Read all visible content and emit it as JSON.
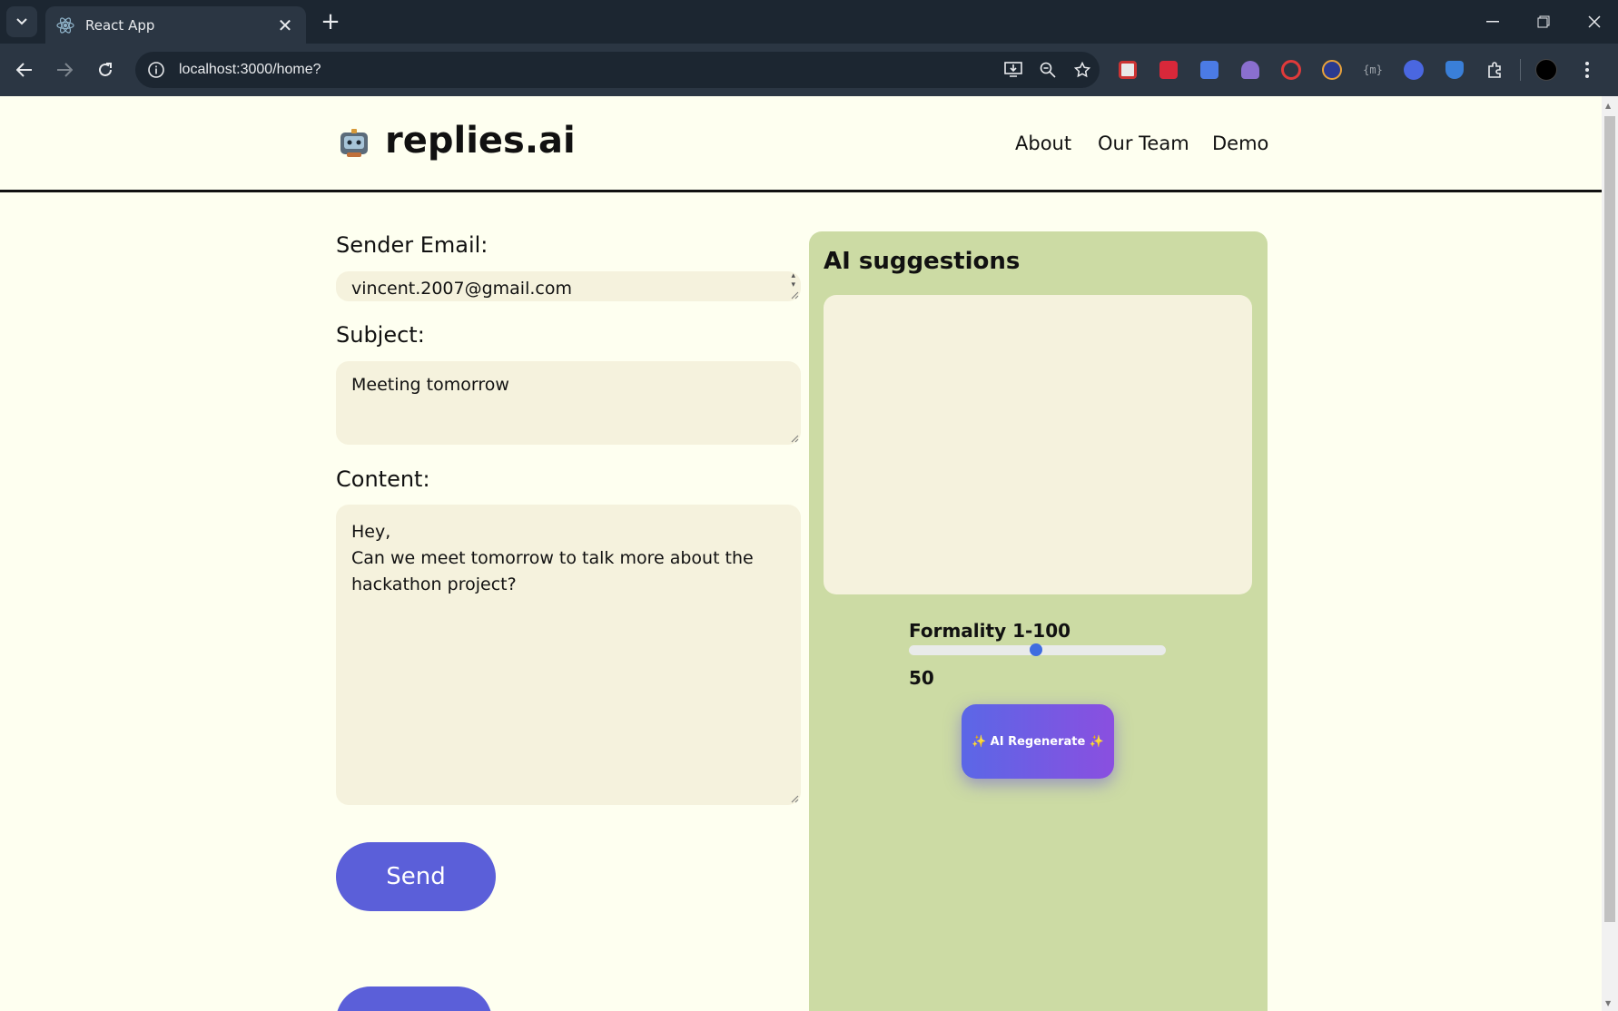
{
  "browser": {
    "tab_title": "React App",
    "url": "localhost:3000/home?"
  },
  "header": {
    "brand": "replies.ai",
    "nav": [
      "About",
      "Our Team",
      "Demo"
    ]
  },
  "form": {
    "sender_label": "Sender Email:",
    "sender_value": "vincent.2007@gmail.com",
    "subject_label": "Subject:",
    "subject_value": "Meeting tomorrow",
    "content_label": "Content:",
    "content_lines": [
      "Hey,",
      "Can we meet tomorrow to talk more about the",
      "hackathon project?"
    ],
    "send_label": "Send"
  },
  "ai": {
    "title": "AI suggestions",
    "suggestion_text": "",
    "formality_label": "Formality 1-100",
    "formality_value": "50",
    "formality_min": 1,
    "formality_max": 100,
    "regenerate_label": "✨ AI Regenerate ✨"
  },
  "colors": {
    "page_bg": "#fefff0",
    "field_bg": "#f5f2dd",
    "panel_bg": "#ccdba4",
    "button": "#5b5fd9",
    "slider_thumb": "#3f6de0"
  }
}
